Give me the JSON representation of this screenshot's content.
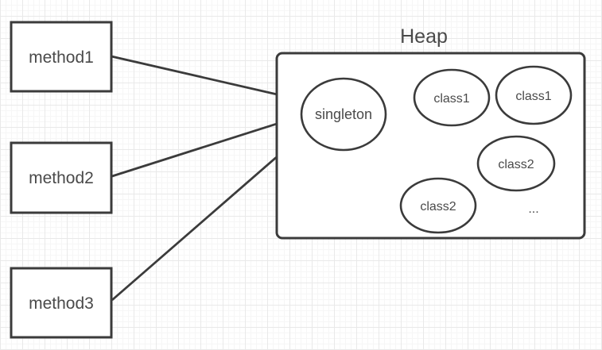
{
  "diagram": {
    "heap": {
      "title": "Heap",
      "objects": [
        {
          "label": "class1"
        },
        {
          "label": "class1"
        },
        {
          "label": "class2"
        },
        {
          "label": "class2"
        }
      ],
      "ellipsis": "..."
    },
    "singleton": {
      "label": "singleton"
    },
    "methods": [
      {
        "label": "method1"
      },
      {
        "label": "method2"
      },
      {
        "label": "method3"
      }
    ],
    "colors": {
      "stroke": "#3b3b3b",
      "text": "#4a4a4a",
      "singleton_fill": "#f8cecc",
      "node_fill": "#ffffff",
      "grid_major": "#e9e9e9",
      "grid_minor": "#f6f6f6"
    }
  }
}
